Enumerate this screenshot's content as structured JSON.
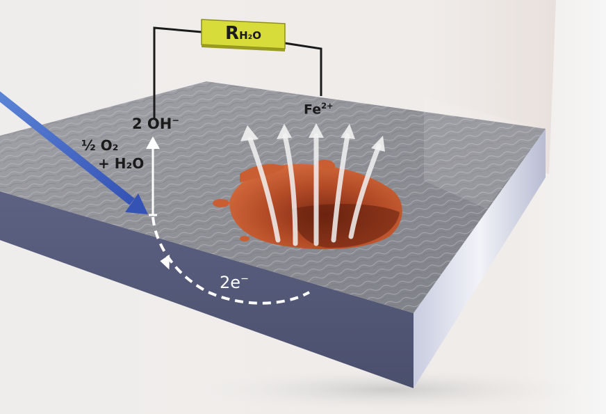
{
  "diagram": {
    "type": "pitting-corrosion-illustration",
    "resistor": {
      "symbol": "R",
      "subscript": "H₂O",
      "fill_color": "#d8dc3a"
    },
    "labels": {
      "cathodic_reactant_line1": "½ O₂",
      "cathodic_reactant_line2": "+ H₂O",
      "cathodic_product": "2 OH",
      "cathodic_product_charge": "−",
      "anodic_product": "Fe",
      "anodic_product_charge": "2+",
      "electron_flow": "2e",
      "electron_flow_charge": "−"
    },
    "colors": {
      "background": "#f3f2f1",
      "metal_surface": "#9a9ba0",
      "slab_front_face": "#555a78",
      "slab_right_face": "#d9dbe8",
      "oxygen_arrow": "#3f62c2",
      "rust_pit": "#c2552c",
      "ion_arrows": "#f2f2f2",
      "wire": "#1a1a1a"
    },
    "ion_arrow_count": 5
  }
}
